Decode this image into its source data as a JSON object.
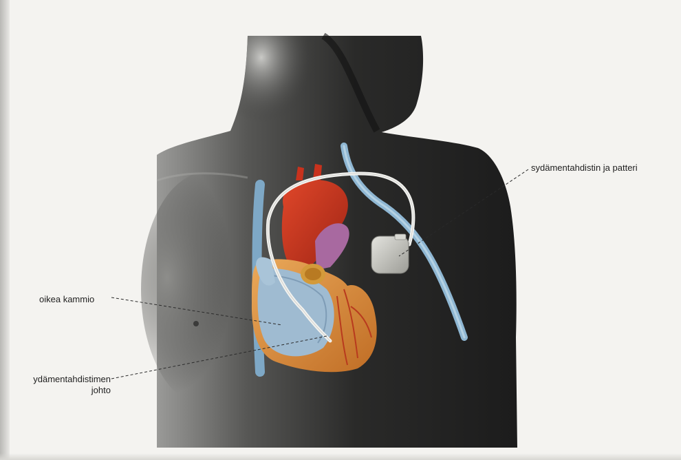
{
  "labels": {
    "pacemaker_battery": "sydämentahdistin ja patteri",
    "right_ventricle": "oikea kammio",
    "pacemaker_lead_line1": "ydämentahdistimen",
    "pacemaker_lead_line2": "johto"
  },
  "colors": {
    "silhouette": "#1f1f1f",
    "vein": "#8fb7d3",
    "heart_muscle": "#d98a3a",
    "aorta": "#c8321d",
    "pulmonary_artery": "#a869a0",
    "ventricle_chamber": "#9fbbd1",
    "device": "#c9c9c3",
    "lead_wire": "#f2f2ef"
  }
}
